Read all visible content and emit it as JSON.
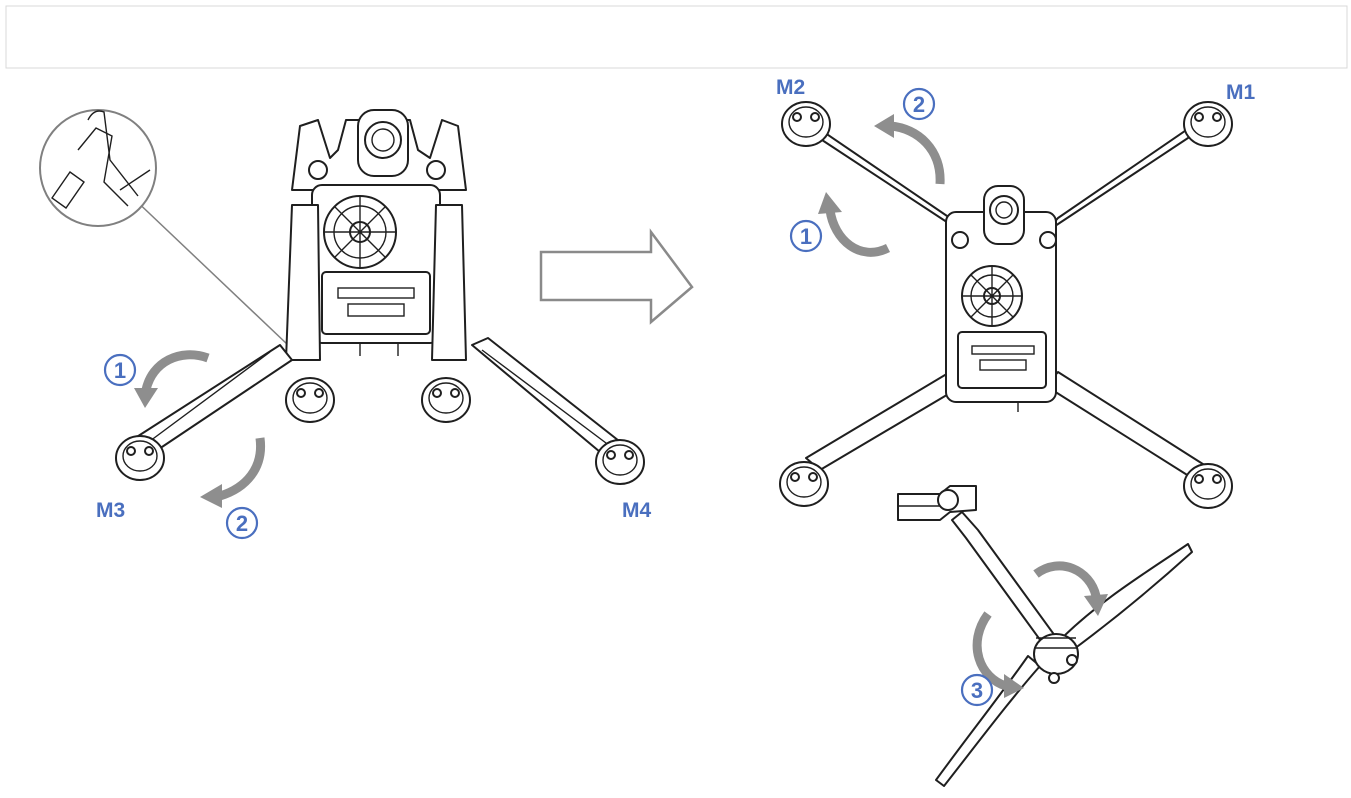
{
  "colors": {
    "label": "#4a6fbf",
    "rotation_arrow": "#8e8e8e",
    "line_art": "#1f1f1f",
    "header_border": "#d9d9d9"
  },
  "left_view": {
    "motors": {
      "m3": "M3",
      "m4": "M4"
    },
    "steps": {
      "one": "1",
      "two": "2"
    }
  },
  "right_view": {
    "motors": {
      "m1": "M1",
      "m2": "M2"
    },
    "steps": {
      "one": "1",
      "two": "2",
      "three": "3"
    }
  },
  "icons": {
    "transition": "right-arrow-outline-icon",
    "rotation": "curved-rotation-arrow-icon"
  }
}
